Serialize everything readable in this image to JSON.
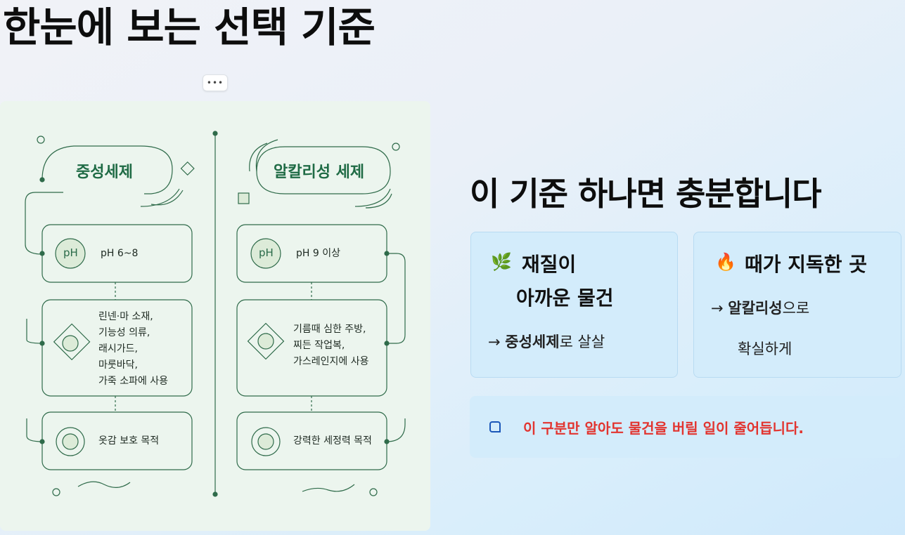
{
  "page_title": "한눈에 보는 선택 기준",
  "more_label": "•••",
  "infographic": {
    "left": {
      "title": "중성세제",
      "ph_badge": "pH",
      "ph_text": "pH 6~8",
      "uses": "린넨·마 소재,\n기능성 의류,\n래시가드,\n마룻바닥,\n가죽 소파에 사용",
      "purpose": "옷감 보호 목적"
    },
    "right": {
      "title": "알칼리성 세제",
      "ph_badge": "pH",
      "ph_text": "pH 9 이상",
      "uses": "기름때 심한 주방,\n찌든 작업복,\n가스레인지에 사용",
      "purpose": "강력한 세정력 목적"
    }
  },
  "heading": "이 기준 하나면 충분합니다",
  "cards": [
    {
      "icon": "herb-icon",
      "icon_glyph": "🌿",
      "title_line1": "재질이",
      "title_line2": "아까운 물건",
      "arrow": "→ ",
      "bold": "중성세제",
      "rest": "로 살살"
    },
    {
      "icon": "fire-icon",
      "icon_glyph": "🔥",
      "title_line1": "때가 지독한 곳",
      "arrow": "→ ",
      "bold": "알칼리성",
      "rest": "으로",
      "extra": "확실하게"
    }
  ],
  "note": {
    "icon": "sticky-note-icon",
    "text": "이 구분만 알아도 물건을 버릴 일이 줄어듭니다."
  },
  "colors": {
    "accent_green": "#1f6b45",
    "card_blue": "#d3ecfb",
    "note_red": "#e2342f",
    "note_icon_blue": "#1a56b8"
  }
}
